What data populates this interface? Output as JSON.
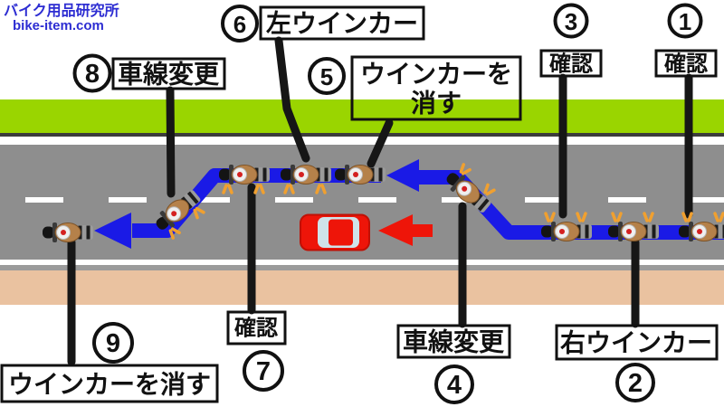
{
  "logo": {
    "site_name": "バイク用品研究所",
    "site_url": "bike-item.com"
  },
  "steps": [
    {
      "number": "1",
      "label": "確認"
    },
    {
      "number": "2",
      "label": "右ウインカー"
    },
    {
      "number": "3",
      "label": "確認"
    },
    {
      "number": "4",
      "label": "車線変更"
    },
    {
      "number": "5",
      "label_line1": "ウインカーを",
      "label_line2": "消す"
    },
    {
      "number": "6",
      "label": "左ウインカー"
    },
    {
      "number": "7",
      "label": "確認"
    },
    {
      "number": "8",
      "label": "車線変更"
    },
    {
      "number": "9",
      "label": "ウインカーを消す"
    }
  ],
  "colors": {
    "path_arrow_blue": "#1a1ae6",
    "car_red": "#ee1509",
    "grass_green": "#9ad500",
    "road_gray": "#8e8e8e",
    "sidewalk_pink": "#eac2a0",
    "blinker_orange": "#f0a030",
    "logo_blue": "#2d2dd2"
  }
}
